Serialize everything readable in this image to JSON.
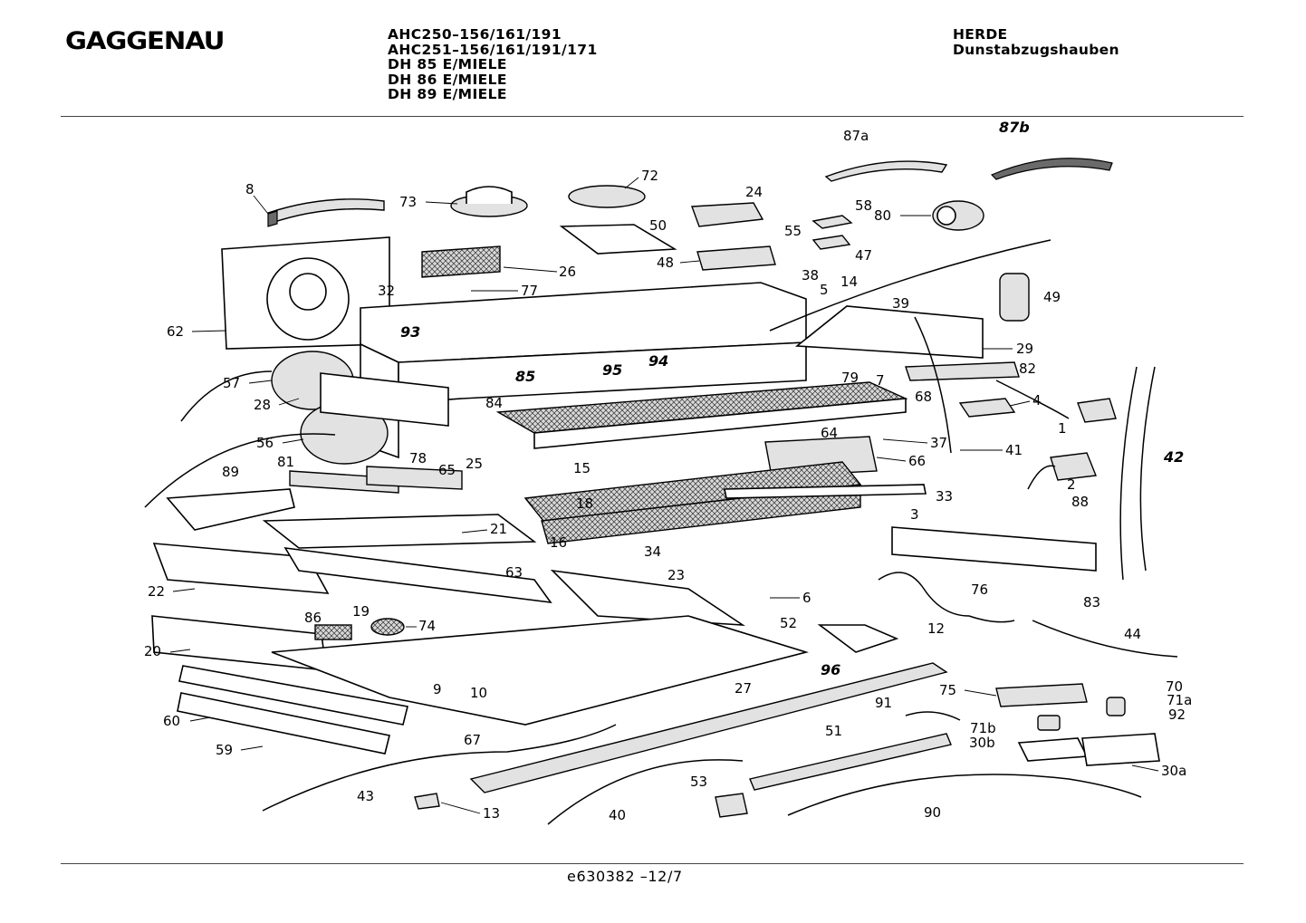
{
  "header": {
    "brand": "GAGGENAU",
    "models": [
      "AHC250–156/161/191",
      "AHC251–156/161/191/171",
      "DH 85 E/MIELE",
      "DH 86 E/MIELE",
      "DH 89 E/MIELE"
    ],
    "category": [
      "HERDE",
      "Dunstabzugshauben"
    ]
  },
  "diagram": {
    "part_labels": [
      "87a",
      "87b",
      "8",
      "73",
      "72",
      "24",
      "58",
      "80",
      "50",
      "55",
      "47",
      "48",
      "26",
      "38",
      "77",
      "32",
      "5",
      "14",
      "39",
      "49",
      "62",
      "93",
      "94",
      "95",
      "85",
      "29",
      "82",
      "79",
      "7",
      "57",
      "28",
      "84",
      "68",
      "4",
      "1",
      "56",
      "78",
      "25",
      "15",
      "64",
      "37",
      "41",
      "42",
      "2",
      "81",
      "65",
      "66",
      "89",
      "18",
      "33",
      "88",
      "3",
      "21",
      "16",
      "34",
      "63",
      "23",
      "76",
      "22",
      "6",
      "83",
      "19",
      "86",
      "74",
      "52",
      "12",
      "44",
      "20",
      "96",
      "9",
      "10",
      "27",
      "75",
      "70",
      "71a",
      "91",
      "92",
      "60",
      "71b",
      "30b",
      "51",
      "59",
      "67",
      "30a",
      "43",
      "53",
      "13",
      "40",
      "90"
    ]
  },
  "footer": {
    "document_number": "e630382 –12/7"
  }
}
